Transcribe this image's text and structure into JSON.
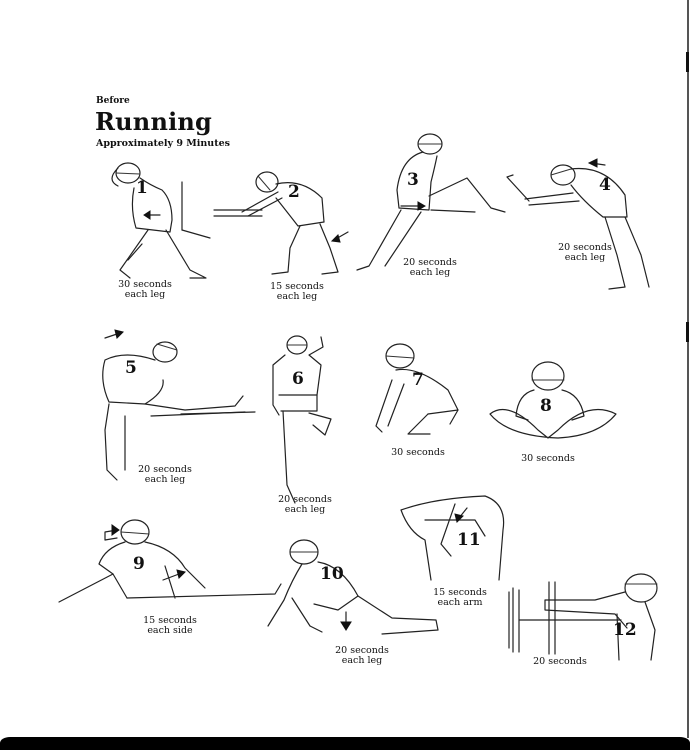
{
  "header": {
    "pretitle": "Before",
    "title": "Running",
    "subtitle": "Approximately 9 Minutes"
  },
  "exercises": [
    {
      "number": "1",
      "duration": "30 seconds",
      "qualifier": "each leg",
      "icon": "wall-calf-stretch-figure"
    },
    {
      "number": "2",
      "duration": "15 seconds",
      "qualifier": "each leg",
      "icon": "bent-knee-calf-stretch-figure"
    },
    {
      "number": "3",
      "duration": "20 seconds",
      "qualifier": "each leg",
      "icon": "raised-leg-hamstring-stretch-figure"
    },
    {
      "number": "4",
      "duration": "20 seconds",
      "qualifier": "each leg",
      "icon": "forward-reach-hamstring-stretch-figure"
    },
    {
      "number": "5",
      "duration": "20 seconds",
      "qualifier": "each leg",
      "icon": "side-bend-leg-on-ledge-figure"
    },
    {
      "number": "6",
      "duration": "20 seconds",
      "qualifier": "each leg",
      "icon": "standing-quad-stretch-figure"
    },
    {
      "number": "7",
      "duration": "30 seconds",
      "qualifier": "",
      "icon": "squat-stretch-figure"
    },
    {
      "number": "8",
      "duration": "30 seconds",
      "qualifier": "",
      "icon": "seated-groin-stretch-figure"
    },
    {
      "number": "9",
      "duration": "15 seconds",
      "qualifier": "each side",
      "icon": "seated-spinal-twist-figure"
    },
    {
      "number": "10",
      "duration": "20 seconds",
      "qualifier": "each leg",
      "icon": "lunge-hip-stretch-figure"
    },
    {
      "number": "11",
      "duration": "15 seconds",
      "qualifier": "each arm",
      "icon": "overhead-triceps-stretch-figure"
    },
    {
      "number": "12",
      "duration": "20 seconds",
      "qualifier": "",
      "icon": "wall-shoulder-stretch-figure"
    }
  ]
}
